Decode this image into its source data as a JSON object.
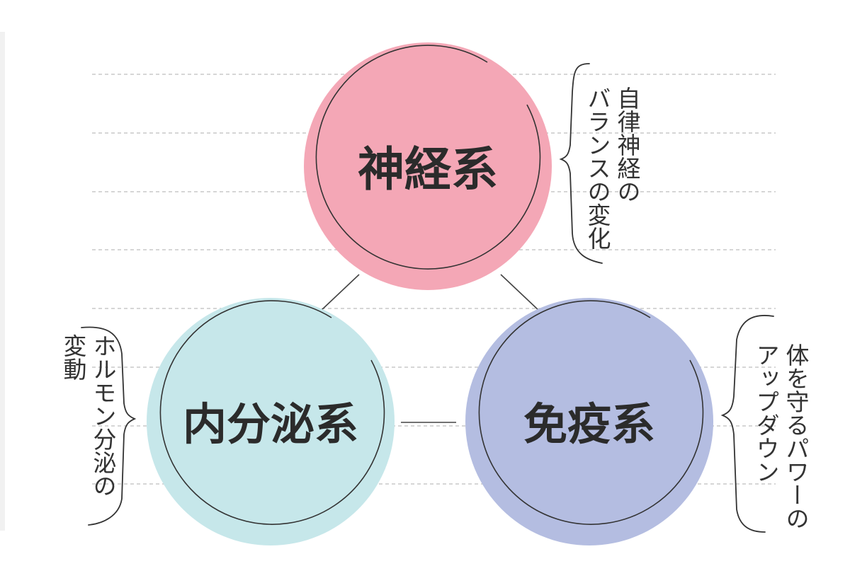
{
  "colors": {
    "nerve": "#f4a7b6",
    "endocrine": "#c6e7ea",
    "immune": "#b4bde1",
    "outline": "#333333",
    "guide_line": "#c8c8c8"
  },
  "nodes": {
    "nerve": {
      "label": "神経系",
      "annotation": "自律神経の\nバランスの変化"
    },
    "endocrine": {
      "label": "内分泌系",
      "annotation": "ホルモン分泌の\n変動"
    },
    "immune": {
      "label": "免疫系",
      "annotation": "体を守るパワーの\nアップダウン"
    }
  }
}
